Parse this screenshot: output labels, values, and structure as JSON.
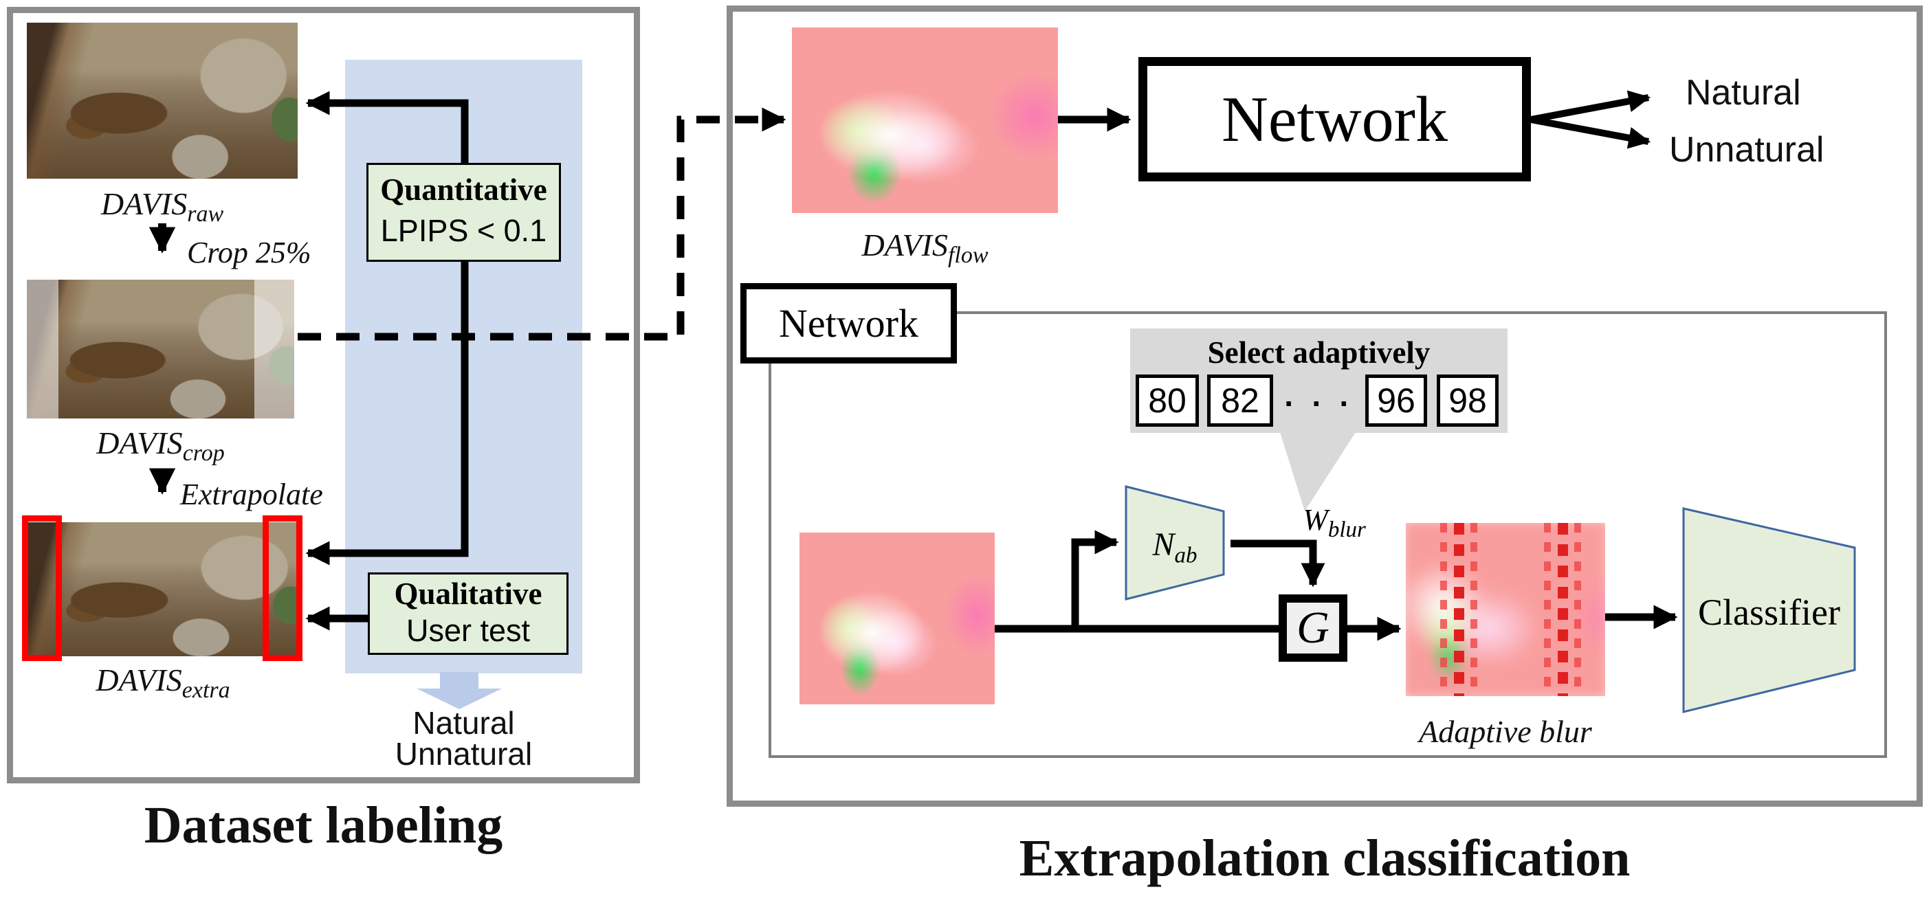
{
  "colors": {
    "panel_border": "#8c8c8c",
    "band_blue": "#cfdbef",
    "fat_arrow_blue": "#b9cbe9",
    "box_green": "#e2efda",
    "callout_gray": "#d9d9d9",
    "trapezoid_green": "#e4eedb",
    "trapezoid_border": "#3f66a0",
    "flow_salmon": "#f99e9e",
    "accent_red": "#ff0000",
    "line_black": "#000000"
  },
  "left": {
    "caption": "Dataset labeling",
    "davis_raw": {
      "base": "DAVIS",
      "sub": "raw"
    },
    "davis_crop": {
      "base": "DAVIS",
      "sub": "crop"
    },
    "davis_extra": {
      "base": "DAVIS",
      "sub": "extra"
    },
    "step1": "Crop 25%",
    "step2": "Extrapolate",
    "quantitative": {
      "title": "Quantitative",
      "detail": "LPIPS < 0.1"
    },
    "qualitative": {
      "title": "Qualitative",
      "detail": "User test"
    },
    "outputs": {
      "natural": "Natural",
      "unnatural": "Unnatural"
    }
  },
  "right": {
    "caption": "Extrapolation classification",
    "davis_flow": {
      "base": "DAVIS",
      "sub": "flow"
    },
    "network_main": "Network",
    "outputs": {
      "natural": "Natural",
      "unnatural": "Unnatural"
    },
    "network_detail": "Network",
    "select": {
      "title": "Select adaptively",
      "values": [
        "80",
        "82",
        "96",
        "98"
      ],
      "ellipsis": "· · ·"
    },
    "nab": {
      "base": "N",
      "sub": "ab"
    },
    "wblur": {
      "base": "W",
      "sub": "blur"
    },
    "gate": "G",
    "adaptive_blur": "Adaptive blur",
    "classifier": "Classifier"
  }
}
